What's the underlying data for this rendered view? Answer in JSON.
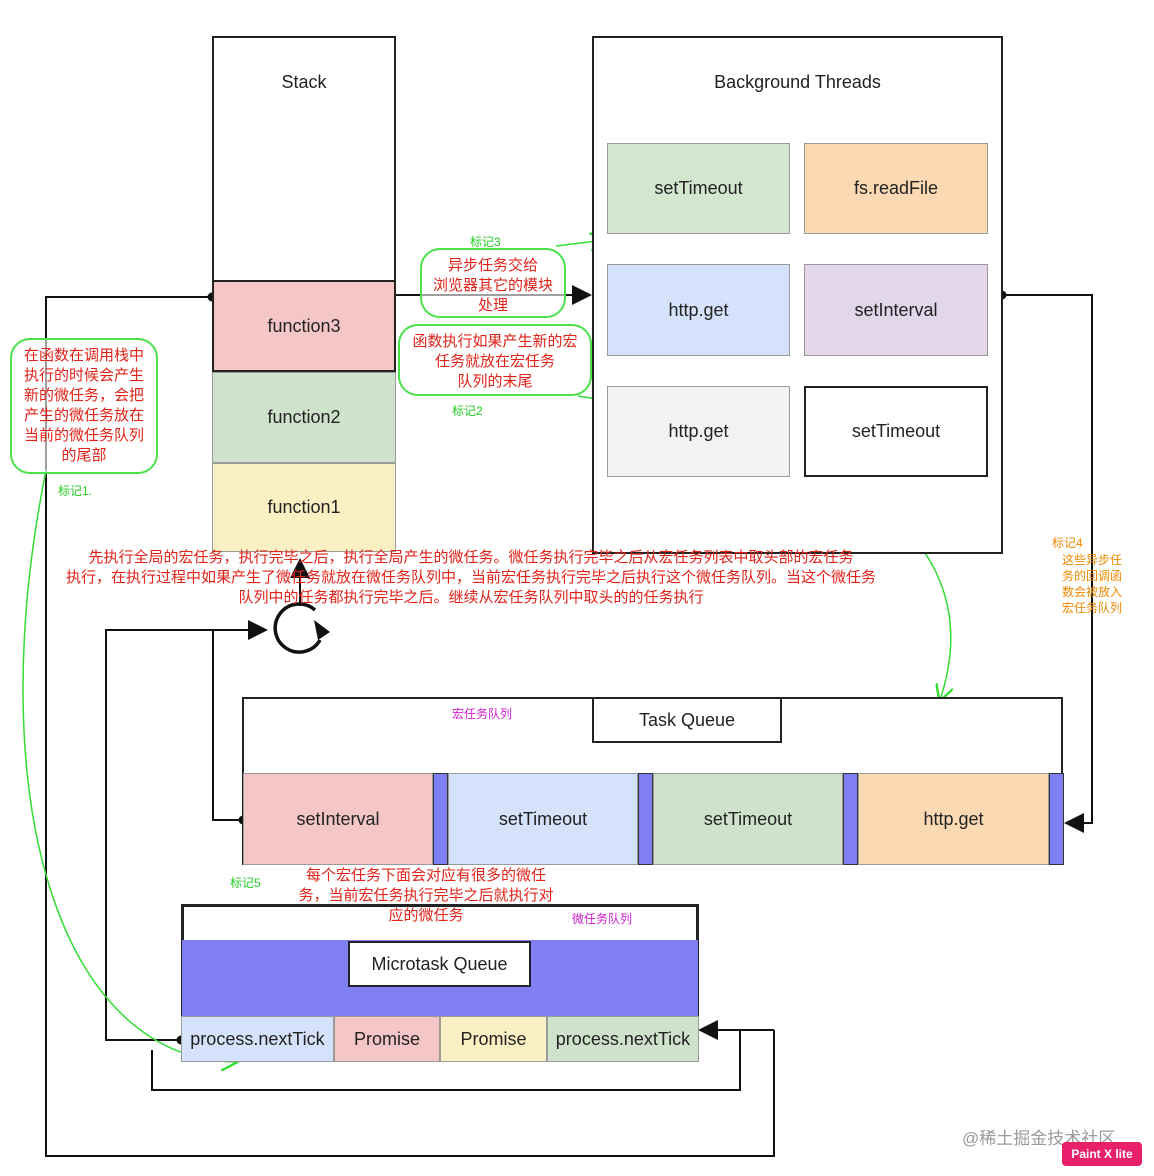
{
  "stack": {
    "title": "Stack",
    "items": [
      {
        "label": "function3",
        "color": "#f4c6c6"
      },
      {
        "label": "function2",
        "color": "#cfe3cc"
      },
      {
        "label": "function1",
        "color": "#fbf0c3"
      }
    ]
  },
  "background": {
    "title": "Background Threads",
    "items": [
      {
        "label": "setTimeout",
        "color": "#d3e7cf"
      },
      {
        "label": "fs.readFile",
        "color": "#fbd9b3"
      },
      {
        "label": "http.get",
        "color": "#d5e2fb"
      },
      {
        "label": "setInterval",
        "color": "#e1d6ea"
      },
      {
        "label": "http.get",
        "color": "#f2f2f2"
      },
      {
        "label": "setTimeout",
        "color": "#ffffff"
      }
    ]
  },
  "task_queue": {
    "title": "Task Queue",
    "tag": "宏任务队列",
    "items": [
      {
        "label": "setInterval",
        "color": "#f4c6c6"
      },
      {
        "label": "setTimeout",
        "color": "#d5e2fb"
      },
      {
        "label": "setTimeout",
        "color": "#cfe3cc"
      },
      {
        "label": "http.get",
        "color": "#fbd9b3"
      }
    ],
    "separator_color": "#8080f4"
  },
  "microtask_queue": {
    "title": "Microtask Queue",
    "tag": "微任务队列",
    "band_color": "#8080f4",
    "items": [
      {
        "label": "process.nextTick",
        "color": "#d5e2fb"
      },
      {
        "label": "Promise",
        "color": "#f4c6c6"
      },
      {
        "label": "Promise",
        "color": "#fbf0c3"
      },
      {
        "label": "process.nextTick",
        "color": "#cfe3cc"
      }
    ]
  },
  "annotations": {
    "mark1": {
      "tag": "标记1.",
      "lines": [
        "在函数在调用栈中",
        "执行的时候会产生",
        "新的微任务，会把",
        "产生的微任务放在",
        "当前的微任务队列",
        "的尾部"
      ]
    },
    "mark2": {
      "tag": "标记2",
      "lines": [
        "函数执行如果产生新的宏",
        "任务就放在宏任务",
        "队列的末尾"
      ]
    },
    "mark3": {
      "tag": "标记3",
      "lines": [
        "异步任务交给",
        "浏览器其它的模块",
        "处理"
      ]
    },
    "mark4": {
      "tag": "标记4",
      "lines": [
        "这些异步任",
        "务的回调函",
        "数会被放入",
        "宏任务队列"
      ]
    },
    "mark5": {
      "tag": "标记5",
      "lines": [
        "每个宏任务下面会对应有很多的微任",
        "务，当前宏任务执行完毕之后就执行对",
        "应的微任务"
      ]
    },
    "main": {
      "lines": [
        "先执行全局的宏任务，执行完毕之后，执行全局产生的微任务。微任务执行完毕之后从宏任务列表中取头部的宏任务",
        "执行，在执行过程中如果产生了微任务就放在微任务队列中，当前宏任务执行完毕之后执行这个微任务队列。当这个微任务",
        "队列中的任务都执行完毕之后。继续从宏任务队列中取头的的任务执行"
      ]
    }
  },
  "watermark": "@稀土掘金技术社区",
  "badge": "Paint X lite",
  "colors": {
    "line": "#111111",
    "green_arrow": "#33dd33",
    "note_red": "#e0231a"
  }
}
